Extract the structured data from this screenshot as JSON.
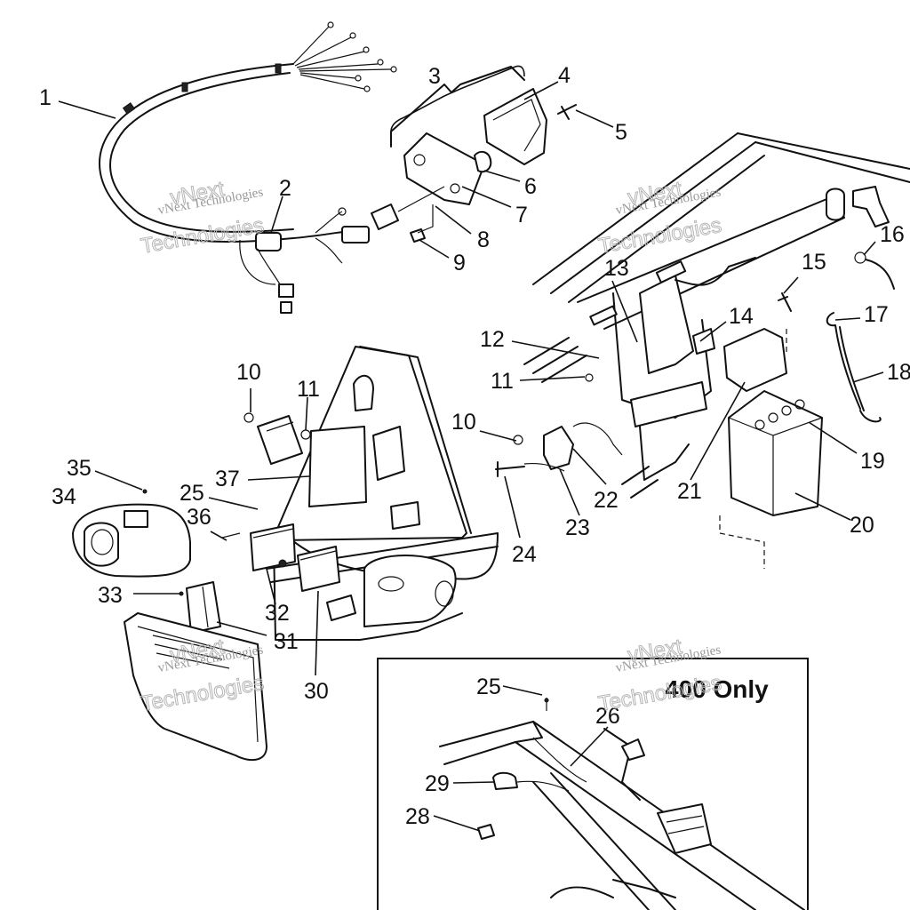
{
  "inset": {
    "title": "400 Only"
  },
  "watermark": {
    "company": "vNext Technologies",
    "word1": "vNext",
    "word2": "Technologies"
  },
  "callouts": {
    "c1": "1",
    "c2": "2",
    "c3": "3",
    "c4": "4",
    "c5": "5",
    "c6": "6",
    "c7": "7",
    "c8": "8",
    "c9": "9",
    "c10a": "10",
    "c10b": "10",
    "c11a": "11",
    "c11b": "11",
    "c12": "12",
    "c13": "13",
    "c14": "14",
    "c15": "15",
    "c16": "16",
    "c17": "17",
    "c18": "18",
    "c19": "19",
    "c20": "20",
    "c21": "21",
    "c22": "22",
    "c23": "23",
    "c24": "24",
    "c25a": "25",
    "c25b": "25",
    "c26": "26",
    "c28": "28",
    "c29": "29",
    "c30": "30",
    "c31": "31",
    "c32": "32",
    "c33": "33",
    "c34": "34",
    "c35": "35",
    "c36": "36",
    "c37": "37"
  }
}
